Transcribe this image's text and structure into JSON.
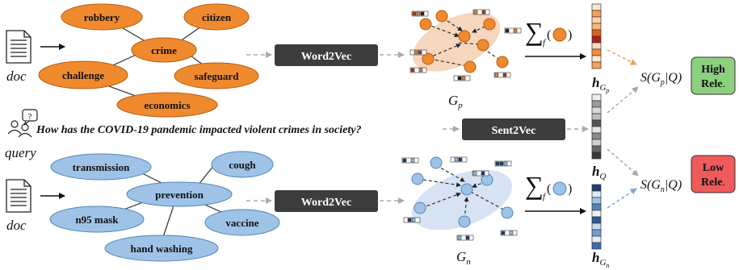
{
  "positive_branch": {
    "input_label": "doc",
    "keyword_nodes": [
      "robbery",
      "citizen",
      "crime",
      "challenge",
      "safeguard",
      "economics"
    ],
    "encoder": "Word2Vec",
    "graph_label_main": "G",
    "graph_label_sub": "p",
    "aggregator_sub": "f",
    "embedding_main": "h",
    "embedding_sub_main": "G",
    "embedding_sub_sub": "p",
    "score": {
      "prefix": "S(G",
      "sub": "p",
      "suffix": "|Q)"
    },
    "relevance_badge": {
      "line1": "High",
      "line2": "Rele",
      "dot": ".",
      "color": "#8ccf7e"
    },
    "node_color": "#f08a2e"
  },
  "query_branch": {
    "input_label": "query",
    "query_text": "How has the COVID-19 pandemic impacted  violent crimes in society?",
    "encoder": "Sent2Vec",
    "embedding_main": "h",
    "embedding_sub": "Q"
  },
  "negative_branch": {
    "input_label": "doc",
    "keyword_nodes": [
      "transmission",
      "cough",
      "prevention",
      "n95 mask",
      "vaccine",
      "hand washing"
    ],
    "encoder": "Word2Vec",
    "graph_label_main": "G",
    "graph_label_sub": "n",
    "aggregator_sub": "f",
    "embedding_main": "h",
    "embedding_sub_main": "G",
    "embedding_sub_sub": "n",
    "score": {
      "prefix": "S(G",
      "sub": "n",
      "suffix": "|Q)"
    },
    "relevance_badge": {
      "line1": "Low",
      "line2": "Rele",
      "dot": ".",
      "color": "#ef5a5a"
    },
    "node_color": "#9ec3e6"
  }
}
